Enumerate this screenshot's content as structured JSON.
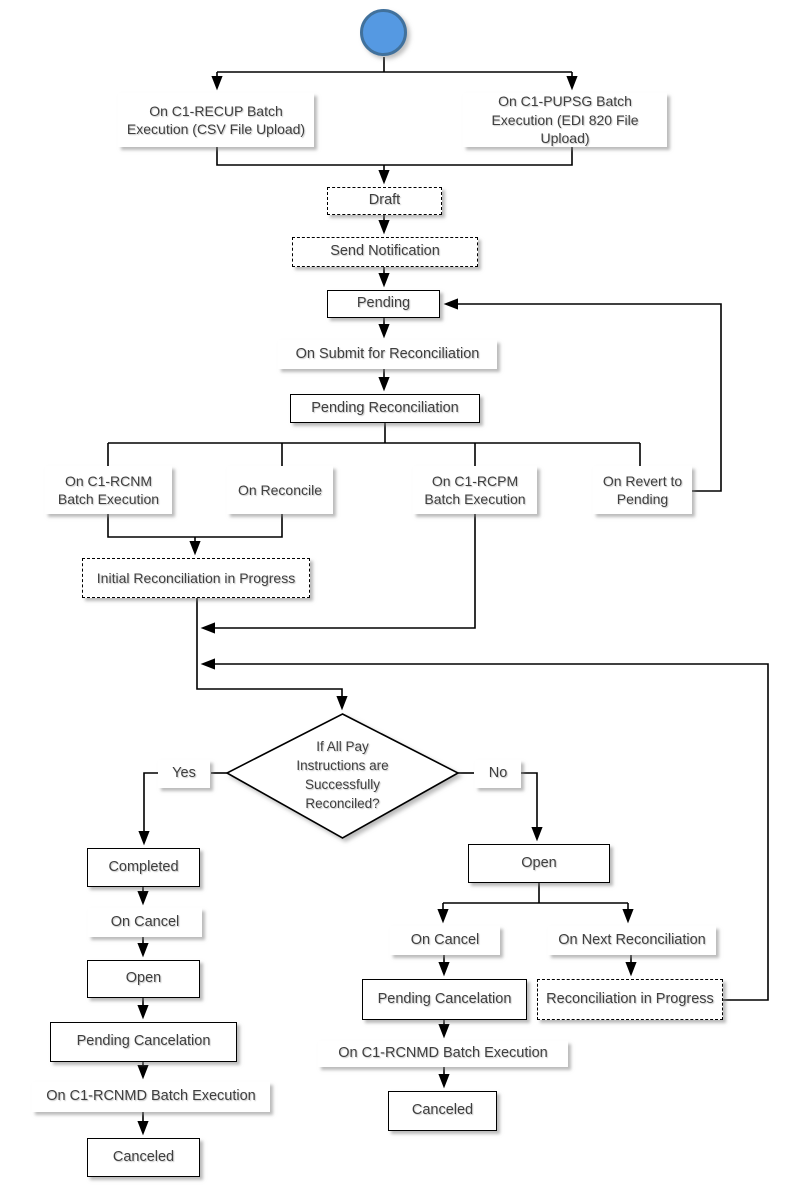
{
  "title": "Reconciliation Status Transition Flowchart",
  "colors": {
    "start_fill": "#5599e2",
    "start_stroke": "#41719c",
    "line": "#000000",
    "box_background": "#ffffff",
    "text": "#3f3f3f"
  },
  "nodes": {
    "recup": "On C1-RECUP Batch Execution (CSV File Upload)",
    "pupsg": "On C1-PUPSG Batch Execution (EDI 820 File Upload)",
    "draft": "Draft",
    "send_notification": "Send Notification",
    "pending": "Pending",
    "submit_reconciliation": "On Submit for Reconciliation",
    "pending_reconciliation": "Pending Reconciliation",
    "rcnm": "On C1-RCNM Batch Execution",
    "reconcile": "On Reconcile",
    "rcpm": "On C1-RCPM Batch Execution",
    "revert_pending": "On Revert to Pending",
    "initial_rec_progress": "Initial Reconciliation in Progress",
    "decision": "If All Pay Instructions are Successfully Reconciled?",
    "yes": "Yes",
    "no": "No",
    "completed": "Completed",
    "cancel_left": "On Cancel",
    "open_left": "Open",
    "pending_cancel_left": "Pending Cancelation",
    "rcnmd_left": "On C1-RCNMD Batch Execution",
    "canceled_left": "Canceled",
    "open_right": "Open",
    "cancel_right": "On Cancel",
    "next_reconciliation": "On Next Reconciliation",
    "pending_cancel_right": "Pending Cancelation",
    "rec_in_progress": "Reconciliation in Progress",
    "rcnmd_right": "On C1-RCNMD Batch Execution",
    "canceled_right": "Canceled"
  }
}
